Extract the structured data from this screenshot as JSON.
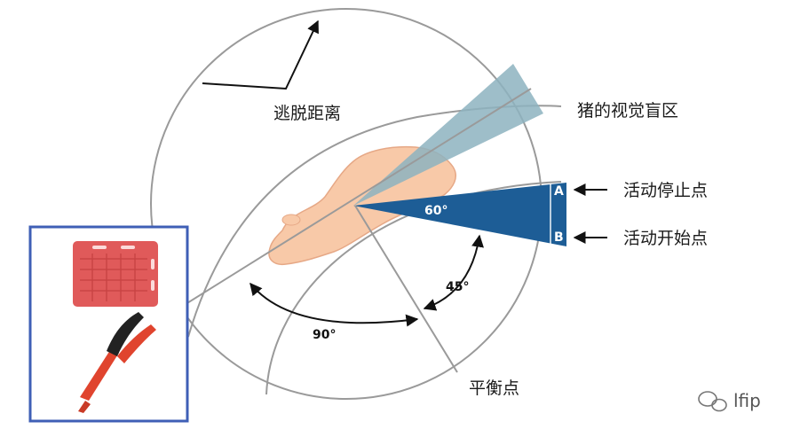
{
  "labels": {
    "flight_distance": "逃脱距离",
    "blind_zone": "猪的视觉盲区",
    "stop_point": "活动停止点",
    "start_point": "活动开始点",
    "balance_point": "平衡点"
  },
  "angles": {
    "a60": "60°",
    "a45": "45°",
    "a90": "90°"
  },
  "markers": {
    "a": "A",
    "b": "B"
  },
  "watermark": "lfip",
  "colors": {
    "blind_zone": "#8db3c0",
    "wedge": "#1d5d96",
    "panel_border": "#3f5fb6",
    "circle": "#9a9a9a",
    "pig": "#f8c9a8",
    "board": "#e05a5a",
    "paddle": "#e0442e"
  }
}
